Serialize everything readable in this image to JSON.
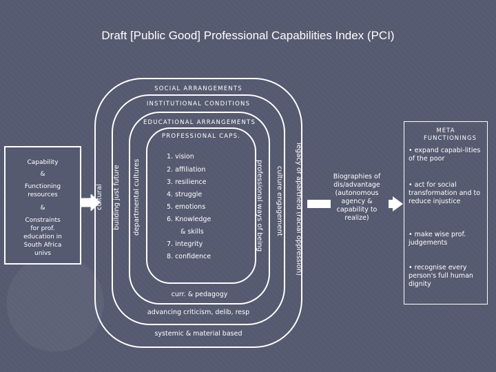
{
  "title": "Draft [Public Good] Professional Capabilities Index (PCI)",
  "rings": {
    "social": "SOCIAL ARRANGEMENTS",
    "institutional": "INSTITUTIONAL CONDITIONS",
    "educational": "EDUCATIONAL ARRANGEMENTS",
    "professional": "PROFESSIONAL CAPS."
  },
  "bottom_labels": {
    "curr": "curr. & pedagogy",
    "advancing": "advancing criticism, delib, resp",
    "systemic": "systemic & material based"
  },
  "vertical_labels": {
    "cultural": "cultural",
    "building": "building just future",
    "departmental": "departmental cultures",
    "professional_ways": "professional ways of being",
    "culture_engagement": "culture engagement",
    "legacy": "legacy of apartheid (racial oppression)"
  },
  "capabilities": [
    "1.  vision",
    "2.  affiliation",
    "3.  resilience",
    "4.  struggle",
    "5.  emotions",
    "6.  Knowledge",
    "& skills",
    "7.  integrity",
    "8.  confidence"
  ],
  "left_box": {
    "line1": "Capability",
    "amp1": "&",
    "line2": "Functioning resources",
    "amp2": "&",
    "line3": "Constraints for prof. education in South Africa univs"
  },
  "biographies": "Biographies of dis/advantage (autonomous agency & capability to realize)",
  "meta": {
    "heading": "META FUNCTIONINGS",
    "items": [
      "• expand capabi-lities of the poor",
      "• act for social transformation and to reduce injustice",
      "• make wise prof. judgements",
      "• recognise every person's full human dignity"
    ]
  }
}
